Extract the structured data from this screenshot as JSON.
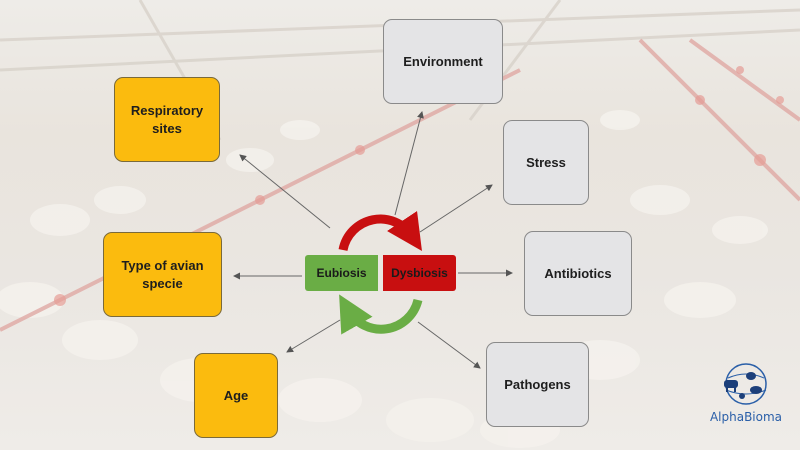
{
  "center": {
    "left_label": "Eubiosis",
    "right_label": "Dysbiosis"
  },
  "factors": {
    "environment": "Environment",
    "stress": "Stress",
    "antibiotics": "Antibiotics",
    "pathogens": "Pathogens",
    "respiratory_sites": "Respiratory sites",
    "avian_specie": "Type of avian specie",
    "age": "Age"
  },
  "logo": {
    "text": "AlphaBioma"
  },
  "colors": {
    "eubiosis": "#6aad45",
    "dysbiosis": "#c80f10",
    "host_factor": "#fbbb0e",
    "external_factor": "#e4e4e6"
  }
}
